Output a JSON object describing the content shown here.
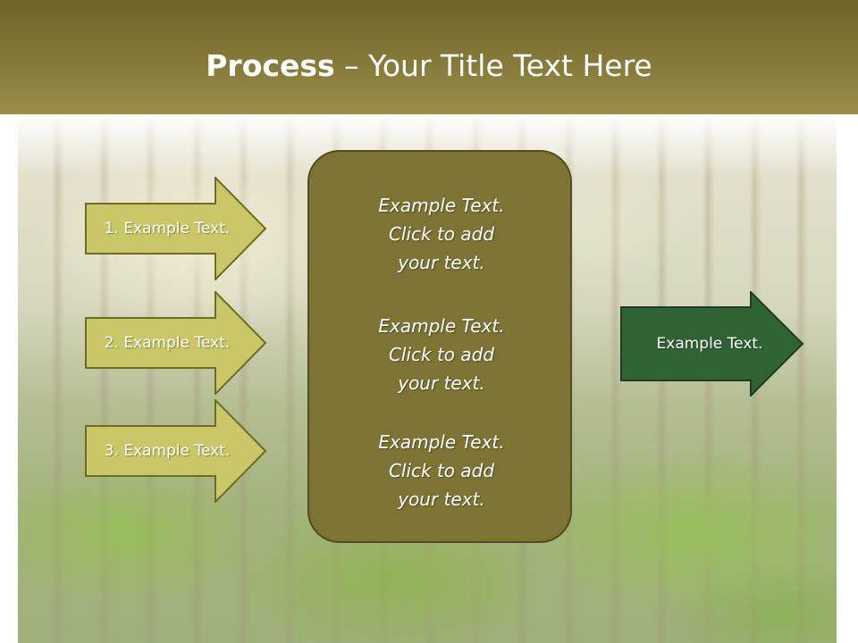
{
  "title": {
    "bold": "Process",
    "rest": " – Your Title Text Here"
  },
  "left_arrows": [
    {
      "label": "1. Example Text."
    },
    {
      "label": "2. Example Text."
    },
    {
      "label": "3. Example Text."
    }
  ],
  "center_box": {
    "paragraphs": [
      {
        "line1": "Example Text.",
        "line2": "Click  to add",
        "line3": "your text."
      },
      {
        "line1": "Example Text.",
        "line2": "Click  to add",
        "line3": "your text."
      },
      {
        "line1": "Example Text.",
        "line2": "Click  to add",
        "line3": "your text."
      }
    ]
  },
  "right_arrow": {
    "label": "Example Text."
  },
  "colors": {
    "title_band": "#867a3a",
    "left_arrow_fill": "#c9c767",
    "left_arrow_stroke": "#6e6d26",
    "center_box_fill": "#7c7334",
    "right_arrow_fill": "#2f6333"
  }
}
